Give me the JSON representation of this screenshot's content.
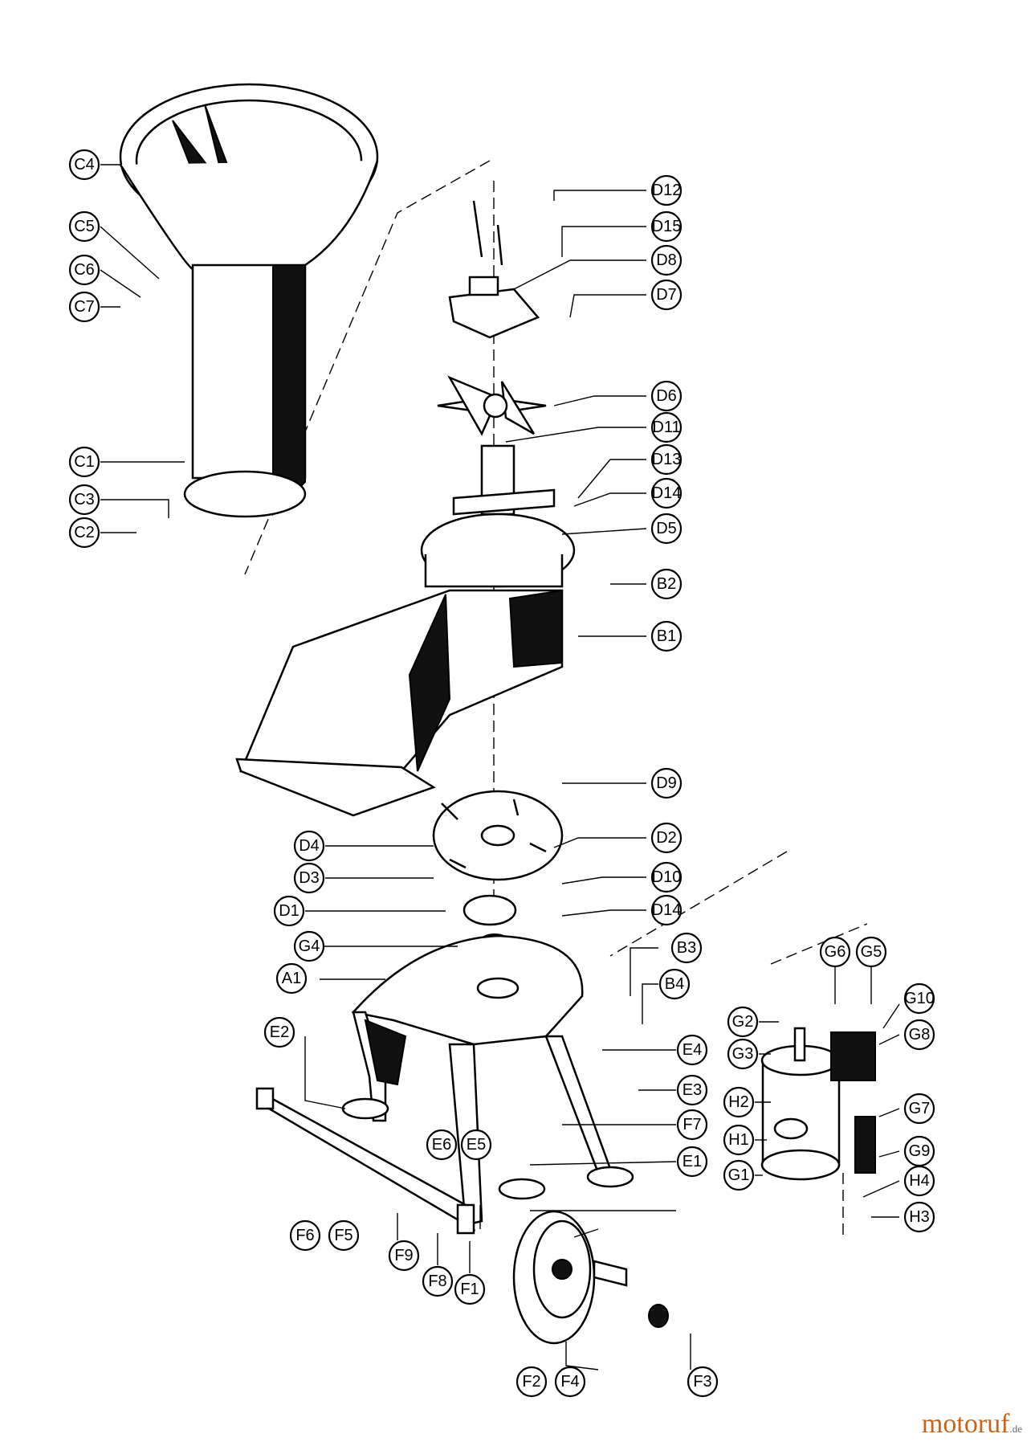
{
  "labels": [
    "A1",
    "B1",
    "B2",
    "B3",
    "B4",
    "C1",
    "C2",
    "C3",
    "C4",
    "C5",
    "C6",
    "C7",
    "D1",
    "D2",
    "D3",
    "D4",
    "D5",
    "D6",
    "D7",
    "D8",
    "D9",
    "D10",
    "D11",
    "D12",
    "D13",
    "D14",
    "D14",
    "D15",
    "E1",
    "E2",
    "E3",
    "E4",
    "E5",
    "E6",
    "F1",
    "F2",
    "F3",
    "F4",
    "F5",
    "F6",
    "F7",
    "F8",
    "F9",
    "G1",
    "G2",
    "G3",
    "G4",
    "G5",
    "G6",
    "G7",
    "G8",
    "G9",
    "G10",
    "H1",
    "H2",
    "H3",
    "H4"
  ],
  "watermark": {
    "brand": "motoruf",
    "tld": ".de"
  }
}
